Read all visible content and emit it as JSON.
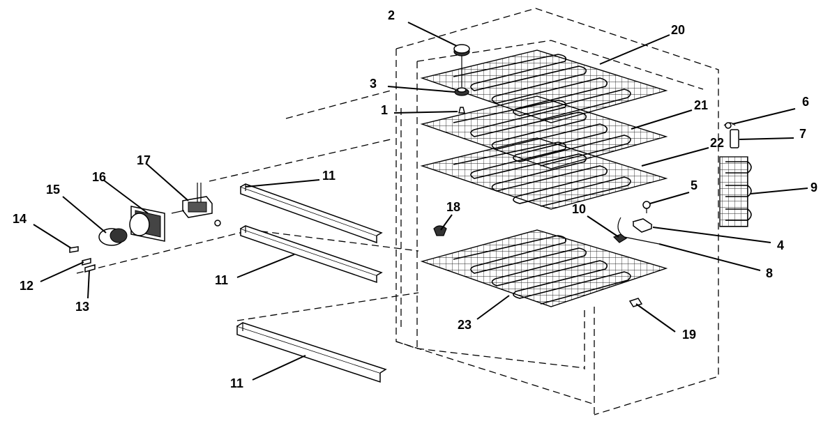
{
  "labels": {
    "l1": "1",
    "l2": "2",
    "l3": "3",
    "l4": "4",
    "l5": "5",
    "l6": "6",
    "l7": "7",
    "l8": "8",
    "l9": "9",
    "l10": "10",
    "l11a": "11",
    "l11b": "11",
    "l11c": "11",
    "l12": "12",
    "l13": "13",
    "l14": "14",
    "l15": "15",
    "l16": "16",
    "l17": "17",
    "l18": "18",
    "l19": "19",
    "l20": "20",
    "l21": "21",
    "l22": "22",
    "l23": "23"
  }
}
